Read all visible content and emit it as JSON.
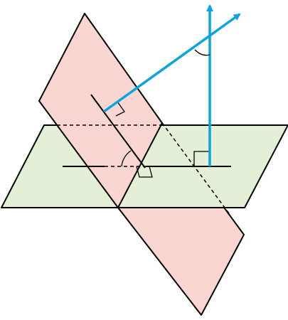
{
  "colors": {
    "background": "#ffffff",
    "horizontal_plane_fill": "#e3efd6",
    "tilted_plane_fill": "#f9d6d1",
    "edge": "#000000",
    "normal_vector": "#0aa5e0"
  },
  "elements": {
    "horizontal_plane": "parallelogram",
    "tilted_plane": "parallelogram",
    "intersection_line": "dashed",
    "normal_vectors": 2,
    "right_angle_markers": 3,
    "angle_arcs": 2
  }
}
